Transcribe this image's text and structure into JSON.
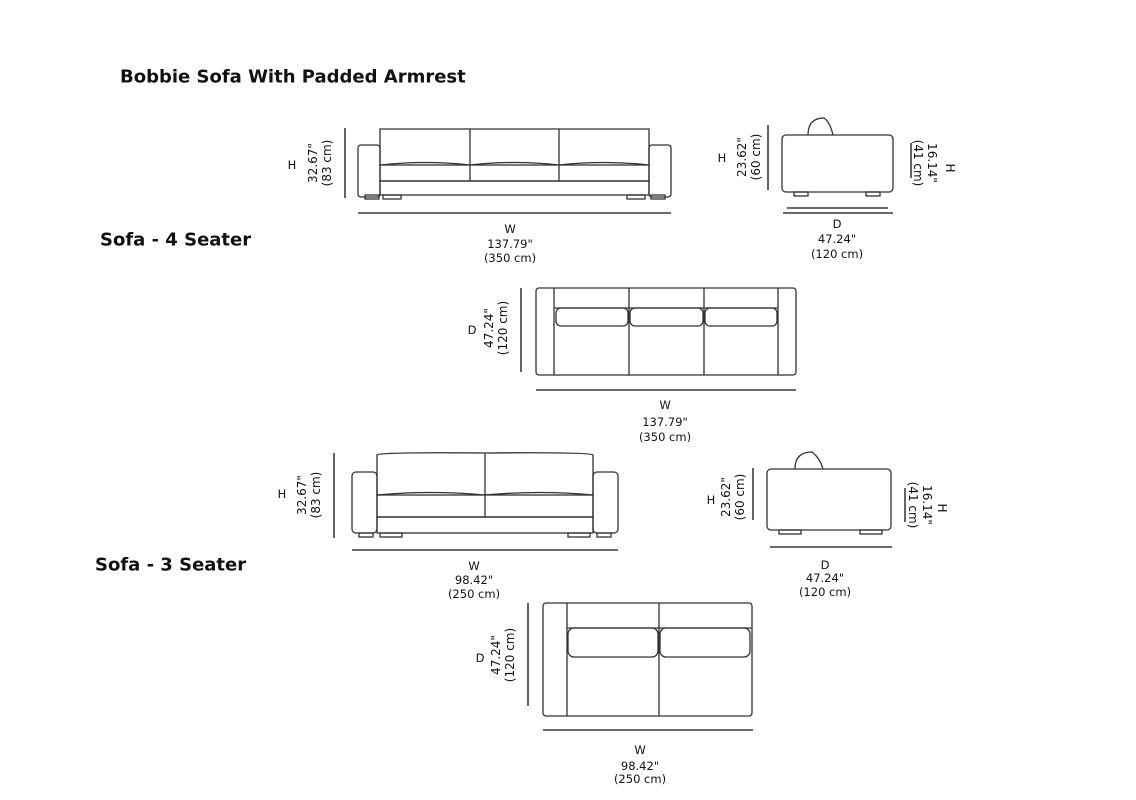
{
  "title": "Bobbie Sofa With Padded Armrest",
  "sections": [
    {
      "label": "Sofa - 4 Seater",
      "front": {
        "h_letter": "H",
        "h_in": "32.67\"",
        "h_cm": "(83 cm)",
        "w_letter": "W",
        "w_in": "137.79\"",
        "w_cm": "(350 cm)"
      },
      "side": {
        "h_letter": "H",
        "h_in": "23.62\"",
        "h_cm": "(60 cm)",
        "seat_letter": "H",
        "seat_in": "16.14\"",
        "seat_cm": "(41 cm)",
        "d_letter": "D",
        "d_in": "47.24\"",
        "d_cm": "(120 cm)"
      },
      "top": {
        "d_letter": "D",
        "d_in": "47.24\"",
        "d_cm": "(120 cm)",
        "w_letter": "W",
        "w_in": "137.79\"",
        "w_cm": "(350 cm)"
      }
    },
    {
      "label": "Sofa - 3 Seater",
      "front": {
        "h_letter": "H",
        "h_in": "32.67\"",
        "h_cm": "(83 cm)",
        "w_letter": "W",
        "w_in": "98.42\"",
        "w_cm": "(250 cm)"
      },
      "side": {
        "h_letter": "H",
        "h_in": "23.62\"",
        "h_cm": "(60 cm)",
        "seat_letter": "H",
        "seat_in": "16.14\"",
        "seat_cm": "(41 cm)",
        "d_letter": "D",
        "d_in": "47.24\"",
        "d_cm": "(120 cm)"
      },
      "top": {
        "d_letter": "D",
        "d_in": "47.24\"",
        "d_cm": "(120 cm)",
        "w_letter": "W",
        "w_in": "98.42\"",
        "w_cm": "(250 cm)"
      }
    }
  ]
}
